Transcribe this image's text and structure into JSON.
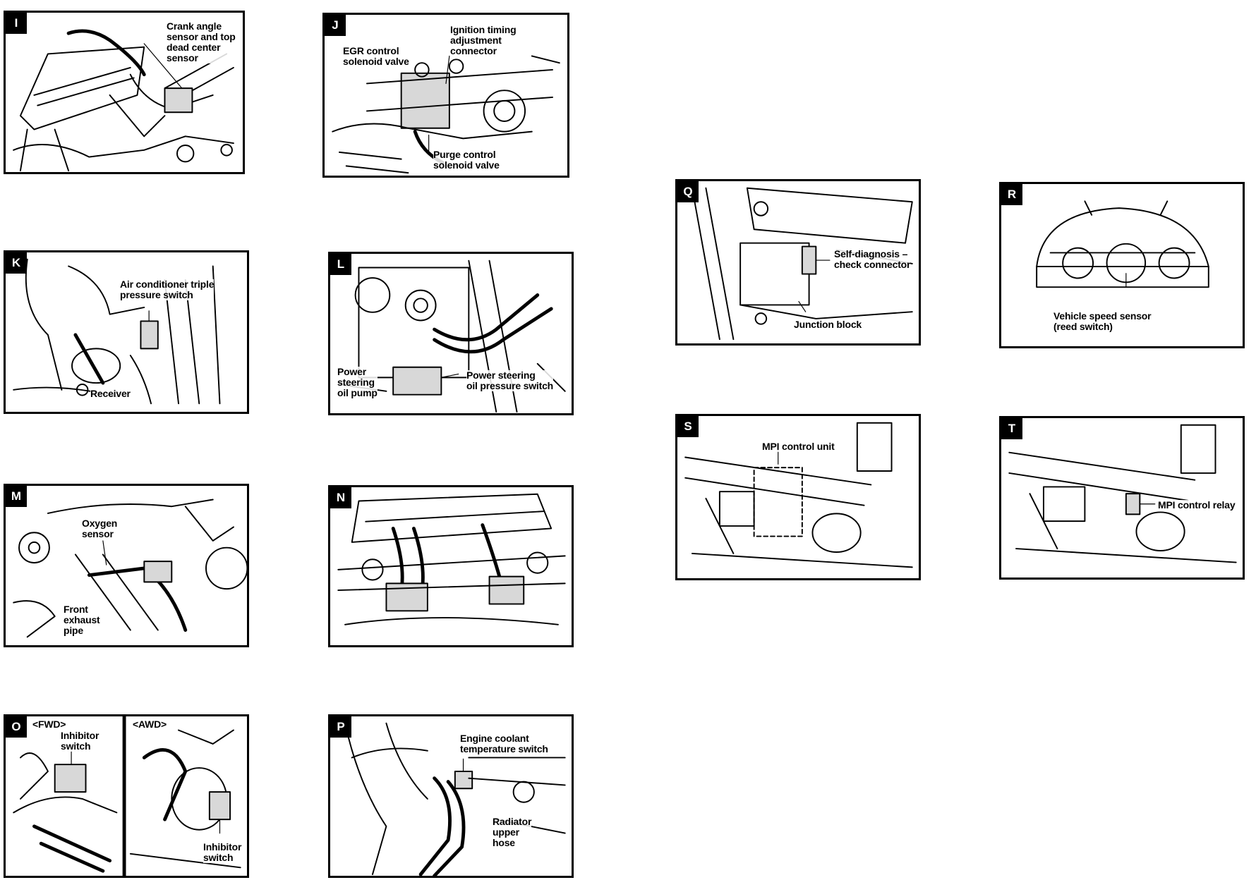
{
  "panels": {
    "I": {
      "tag": "I",
      "labels": [
        "Crank angle\nsensor and top\ndead center\nsensor"
      ]
    },
    "J": {
      "tag": "J",
      "labels": [
        "Ignition timing\nadjustment\nconnector",
        "EGR control\nsolenoid valve",
        "Purge control\nsolenoid valve"
      ]
    },
    "K": {
      "tag": "K",
      "labels": [
        "Air conditioner triple\npressure switch",
        "Receiver"
      ]
    },
    "L": {
      "tag": "L",
      "labels": [
        "Power\nsteering\noil pump",
        "Power steering\noil pressure switch"
      ]
    },
    "M": {
      "tag": "M",
      "labels": [
        "Oxygen\nsensor",
        "Front\nexhaust\npipe"
      ]
    },
    "N": {
      "tag": "N",
      "labels": []
    },
    "O": {
      "tag": "O",
      "labels": [
        "<FWD>",
        "Inhibitor\nswitch",
        "<AWD>",
        "Inhibitor\nswitch"
      ]
    },
    "P": {
      "tag": "P",
      "labels": [
        "Engine coolant\ntemperature switch",
        "Radiator\nupper\nhose"
      ]
    },
    "Q": {
      "tag": "Q",
      "labels": [
        "Self-diagnosis –\ncheck connector",
        "Junction block"
      ]
    },
    "R": {
      "tag": "R",
      "labels": [
        "Vehicle speed sensor\n(reed switch)"
      ]
    },
    "S": {
      "tag": "S",
      "labels": [
        "MPI control unit"
      ]
    },
    "T": {
      "tag": "T",
      "labels": [
        "MPI control relay"
      ]
    }
  }
}
